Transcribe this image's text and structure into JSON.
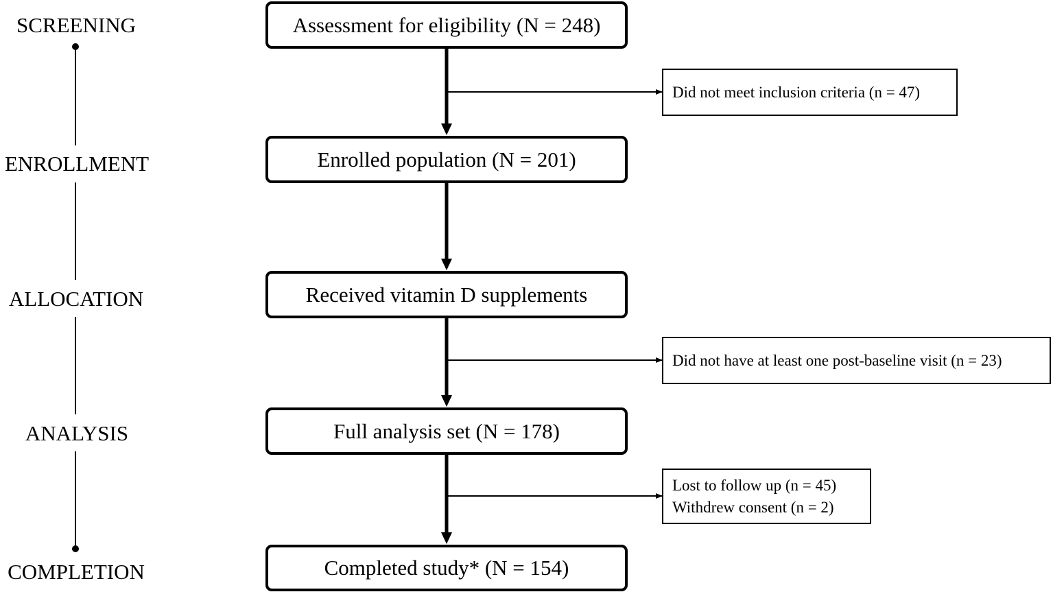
{
  "phases": {
    "screening": "SCREENING",
    "enrollment": "ENROLLMENT",
    "allocation": "ALLOCATION",
    "analysis": "ANALYSIS",
    "completion": "COMPLETION"
  },
  "main_boxes": {
    "assessment": "Assessment for eligibility (N = 248)",
    "enrolled": "Enrolled population (N = 201)",
    "received": "Received vitamin D supplements",
    "full_analysis": "Full analysis set (N = 178)",
    "completed": "Completed study* (N = 154)"
  },
  "exclusions": {
    "inclusion": "Did not meet inclusion criteria (n = 47)",
    "post_baseline": "Did not have at least one post-baseline visit (n = 23)",
    "lost": "Lost to follow up (n = 45)",
    "withdrew": "Withdrew consent (n = 2)"
  },
  "colors": {
    "line": "#000000",
    "background": "#ffffff"
  }
}
